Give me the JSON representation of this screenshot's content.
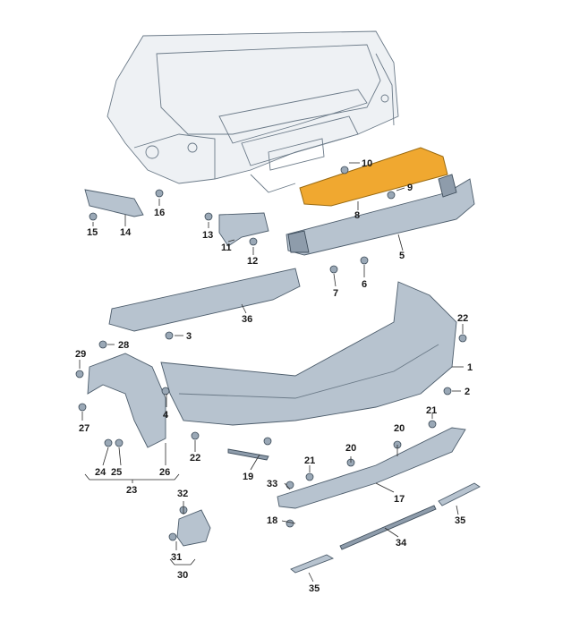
{
  "diagram": {
    "highlight_color": "#f0a830",
    "body_color": "#eef1f4",
    "part_color": "#b7c3cf",
    "callouts": {
      "c1": "1",
      "c2": "2",
      "c3": "3",
      "c4": "4",
      "c5": "5",
      "c6": "6",
      "c7": "7",
      "c8": "8",
      "c9": "9",
      "c10": "10",
      "c11": "11",
      "c12": "12",
      "c13": "13",
      "c14": "14",
      "c15": "15",
      "c16": "16",
      "c17": "17",
      "c18": "18",
      "c19": "19",
      "c20a": "20",
      "c20b": "20",
      "c21a": "21",
      "c21b": "21",
      "c22a": "22",
      "c22b": "22",
      "c23": "23",
      "c24": "24",
      "c25": "25",
      "c26": "26",
      "c27": "27",
      "c28": "28",
      "c29": "29",
      "c30": "30",
      "c31": "31",
      "c32": "32",
      "c33": "33",
      "c34": "34",
      "c35a": "35",
      "c35b": "35",
      "c36": "36"
    }
  }
}
